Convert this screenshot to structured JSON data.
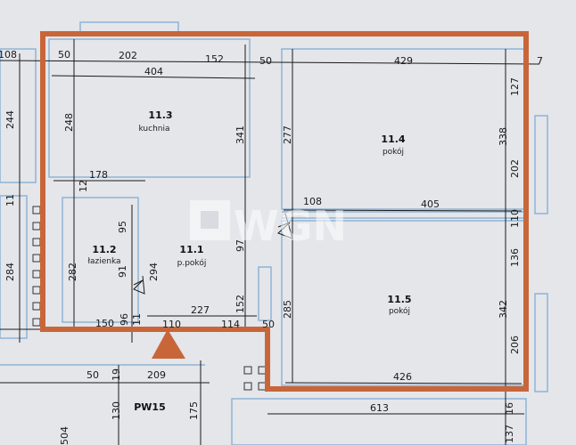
{
  "rooms": [
    {
      "number": "11.3",
      "name": "kuchnia"
    },
    {
      "number": "11.4",
      "name": "pokój"
    },
    {
      "number": "11.2",
      "name": "łazienka"
    },
    {
      "number": "11.1",
      "name": "p.pokój"
    },
    {
      "number": "11.5",
      "name": "pokój"
    }
  ],
  "other_label": "PW15",
  "watermark": "WGN",
  "dims_h": [
    "108",
    "50",
    "202",
    "152",
    "50",
    "429",
    "7",
    "404",
    "178",
    "108",
    "405",
    "150",
    "227",
    "110",
    "114",
    "50",
    "50",
    "209",
    "426",
    "613"
  ],
  "dims_v": [
    "244",
    "248",
    "341",
    "277",
    "338",
    "127",
    "202",
    "12",
    "11",
    "95",
    "97",
    "110",
    "284",
    "282",
    "91",
    "294",
    "136",
    "96",
    "11",
    "152",
    "285",
    "342",
    "206",
    "19",
    "130",
    "175",
    "504",
    "16",
    "137"
  ],
  "colors": {
    "outline": "#c8663a",
    "walls": "#8fb3d6",
    "background": "#e4e6ea"
  }
}
